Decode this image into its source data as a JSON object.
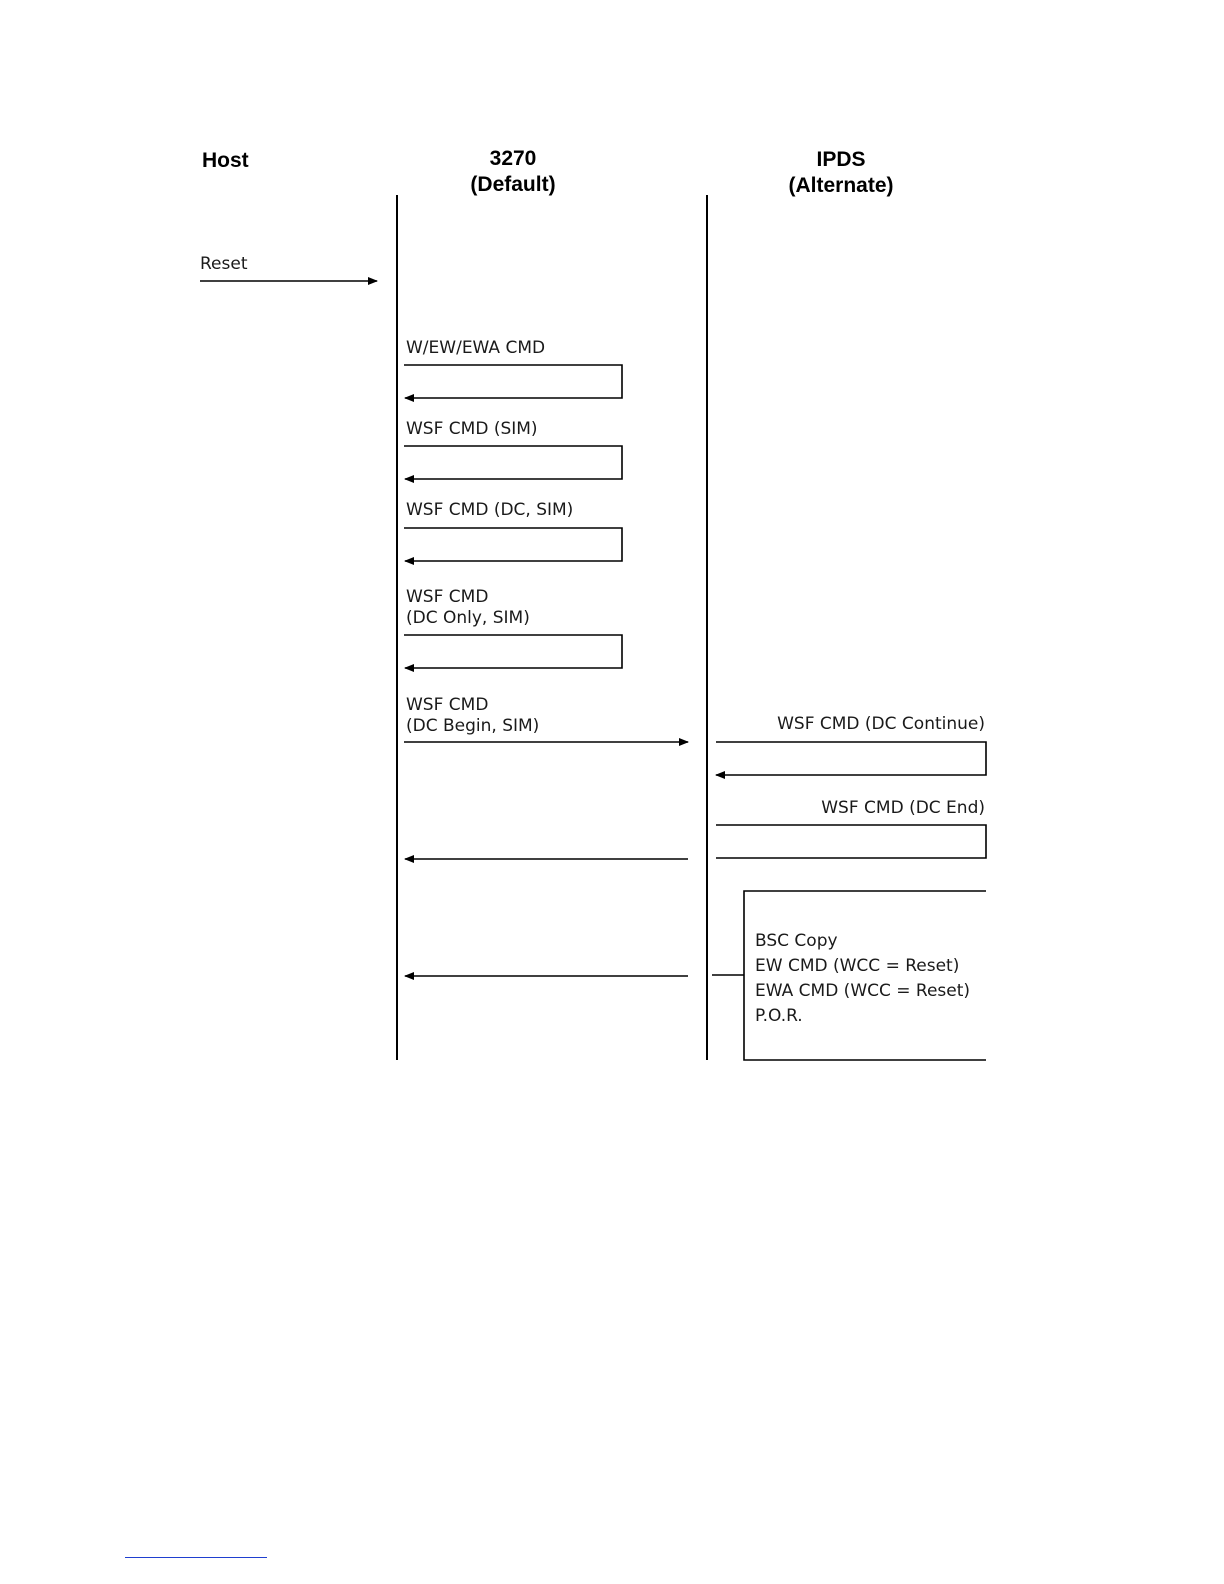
{
  "headers": {
    "host": "Host",
    "default_line1": "3270",
    "default_line2": "(Default)",
    "alternate_line1": "IPDS",
    "alternate_line2": "(Alternate)"
  },
  "messages": {
    "reset": "Reset",
    "wew_ewa_cmd": "W/EW/EWA CMD",
    "wsf_sim": "WSF CMD (SIM)",
    "wsf_dc_sim": "WSF CMD (DC, SIM)",
    "wsf_dc_only_line1": "WSF CMD",
    "wsf_dc_only_line2": "(DC Only, SIM)",
    "wsf_dc_begin_line1": "WSF CMD",
    "wsf_dc_begin_line2": "(DC Begin, SIM)",
    "wsf_dc_continue": "WSF CMD (DC Continue)",
    "wsf_dc_end": "WSF CMD (DC End)"
  },
  "reset_box": {
    "line1": "BSC Copy",
    "line2": "EW CMD (WCC = Reset)",
    "line3": "EWA CMD (WCC = Reset)",
    "line4": "P.O.R."
  }
}
